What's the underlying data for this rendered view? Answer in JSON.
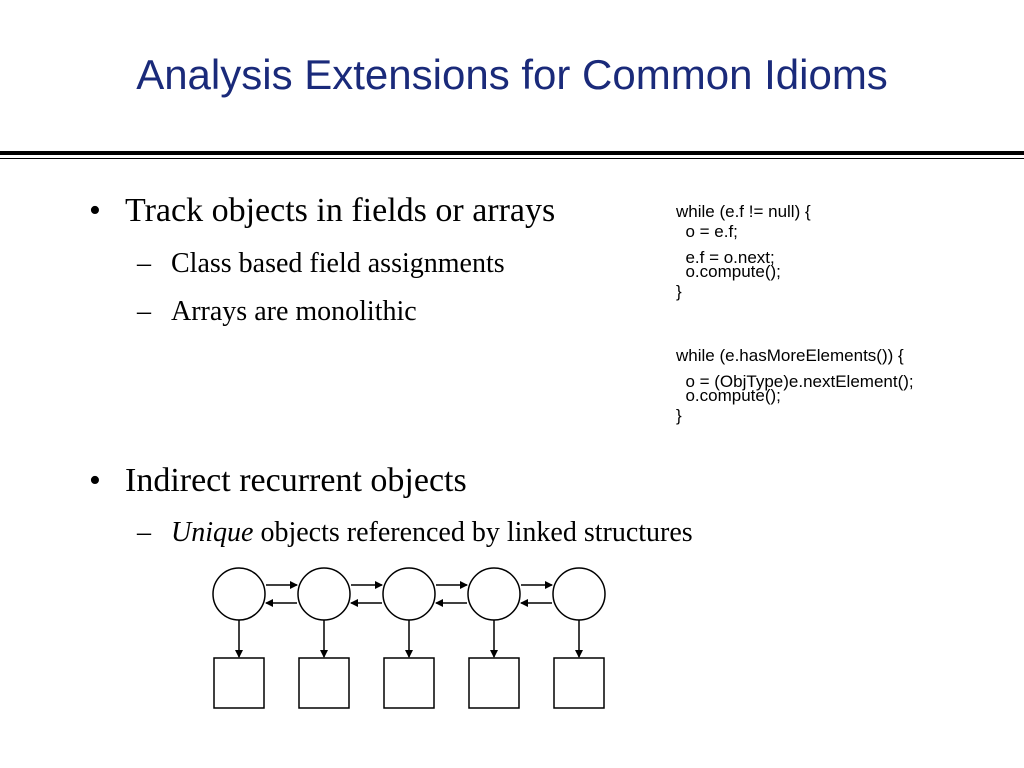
{
  "slide": {
    "title": "Analysis Extensions for Common Idioms"
  },
  "bullets": [
    {
      "text": "Track objects in fields or arrays",
      "subs": [
        {
          "text": "Class based field assignments"
        },
        {
          "text": "Arrays are monolithic"
        }
      ]
    },
    {
      "text": "Indirect recurrent objects",
      "subs": [
        {
          "emphasis": "Unique",
          "text": " objects referenced by linked structures"
        }
      ]
    }
  ],
  "symbols": {
    "bullet": "•",
    "dash": "–"
  },
  "code": {
    "loop1": {
      "line1": "while (e.f != null) {",
      "line2": "  o = e.f;",
      "line3": "  e.f = o.next;",
      "line4": "  o.compute();",
      "line5": "}"
    },
    "loop2": {
      "line1": "while (e.hasMoreElements()) {",
      "line2": "  o = (ObjType)e.nextElement();",
      "line3": "  o.compute();",
      "line4": "}"
    }
  },
  "diagram": {
    "node_count": 5,
    "stroke_color": "#000000"
  }
}
